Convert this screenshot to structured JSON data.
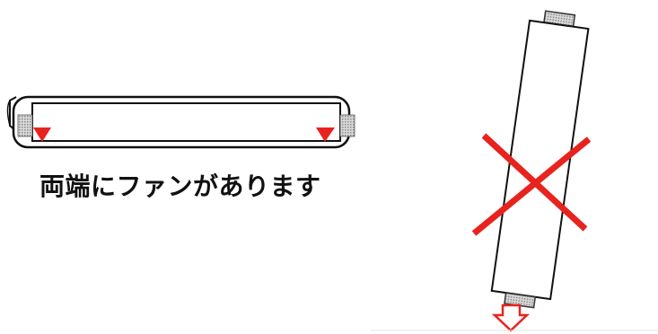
{
  "caption": "両端にファンがあります",
  "colors": {
    "outline": "#111111",
    "accent": "#e8231f",
    "mesh": "#9a9a9a",
    "background": "#ffffff"
  },
  "icons": {
    "fan_arrow": "red-down-triangle",
    "wrong": "red-x-mark",
    "exhaust_arrow": "outline-down-arrow"
  }
}
